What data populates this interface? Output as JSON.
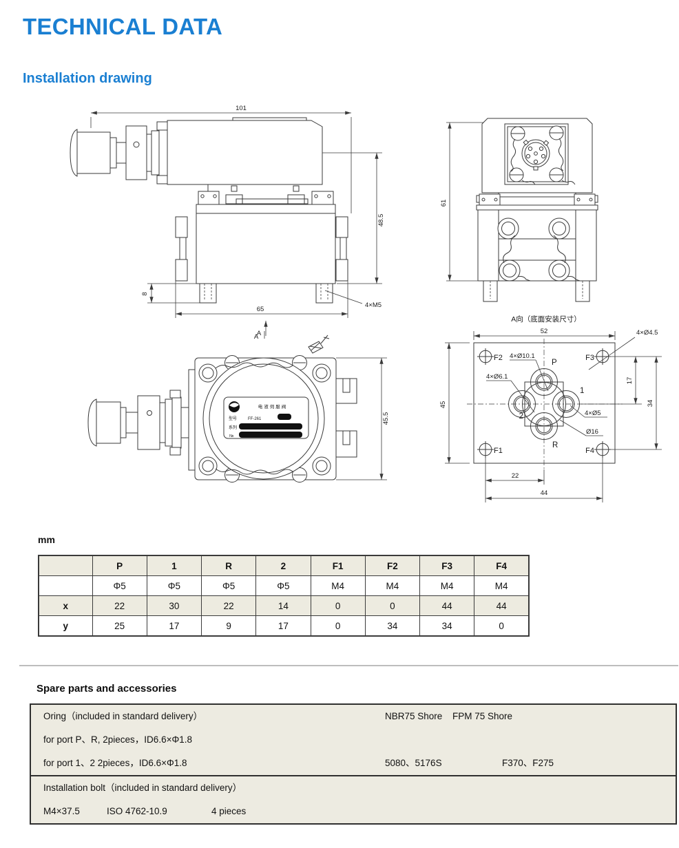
{
  "page": {
    "title": "TECHNICAL DATA",
    "subtitle": "Installation drawing",
    "units_label": "mm"
  },
  "drawings": {
    "side_view": {
      "dim_overall_length": "101",
      "dim_height": "48.5",
      "dim_foot_height": "8",
      "dim_mounting_width": "65",
      "thread_callout": "4×M5",
      "view_label": "A"
    },
    "end_view": {
      "dim_height": "61"
    },
    "top_view": {
      "dim_width": "45.5",
      "view_label": "A",
      "nameplate": {
        "product_name": "电液伺服阀",
        "model_label": "型号",
        "model_value": "FF-261",
        "series_label": "系列",
        "serial_label": "№"
      }
    },
    "mounting_face": {
      "view_title": "A向（底面安装尺寸）",
      "dim_width": "52",
      "dim_height": "45",
      "dim_17": "17",
      "dim_34": "34",
      "dim_22": "22",
      "dim_44": "44",
      "callout_corner_holes": "4×Ø4.5",
      "callout_counterbores": "4×Ø10.1",
      "callout_port_counterbores": "4×Ø6.1",
      "callout_ports": "4×Ø5",
      "callout_spigot": "Ø16",
      "port_labels": {
        "p": "P",
        "one": "1",
        "two": "2",
        "r": "R",
        "f1": "F1",
        "f2": "F2",
        "f3": "F3",
        "f4": "F4"
      }
    }
  },
  "port_table": {
    "headers": [
      "",
      "P",
      "1",
      "R",
      "2",
      "F1",
      "F2",
      "F3",
      "F4"
    ],
    "rows": [
      {
        "label": "",
        "values": [
          "Φ5",
          "Φ5",
          "Φ5",
          "Φ5",
          "M4",
          "M4",
          "M4",
          "M4"
        ]
      },
      {
        "label": "x",
        "values": [
          "22",
          "30",
          "22",
          "14",
          "0",
          "0",
          "44",
          "44"
        ]
      },
      {
        "label": "y",
        "values": [
          "25",
          "17",
          "9",
          "17",
          "0",
          "34",
          "34",
          "0"
        ]
      }
    ]
  },
  "spare_parts": {
    "heading": "Spare parts and accessories",
    "oring": {
      "title": "Oring（included in standard delivery）",
      "material_col1": "NBR75 Shore",
      "material_col2": "FPM 75 Shore",
      "row_pr": "for port P、R, 2pieces，ID6.6×Φ1.8",
      "row_12": "for port 1、2  2pieces，ID6.6×Φ1.8",
      "models_col1": "5080、5176S",
      "models_col2": "F370、F275"
    },
    "bolt": {
      "title": "Installation bolt（included in standard delivery）",
      "size": "M4×37.5",
      "standard": "ISO 4762-10.9",
      "quantity": "4 pieces"
    }
  },
  "colors": {
    "accent_blue": "#1a7fd2",
    "table_band": "#edebe0",
    "drawing_line": "#3a3a3a"
  }
}
